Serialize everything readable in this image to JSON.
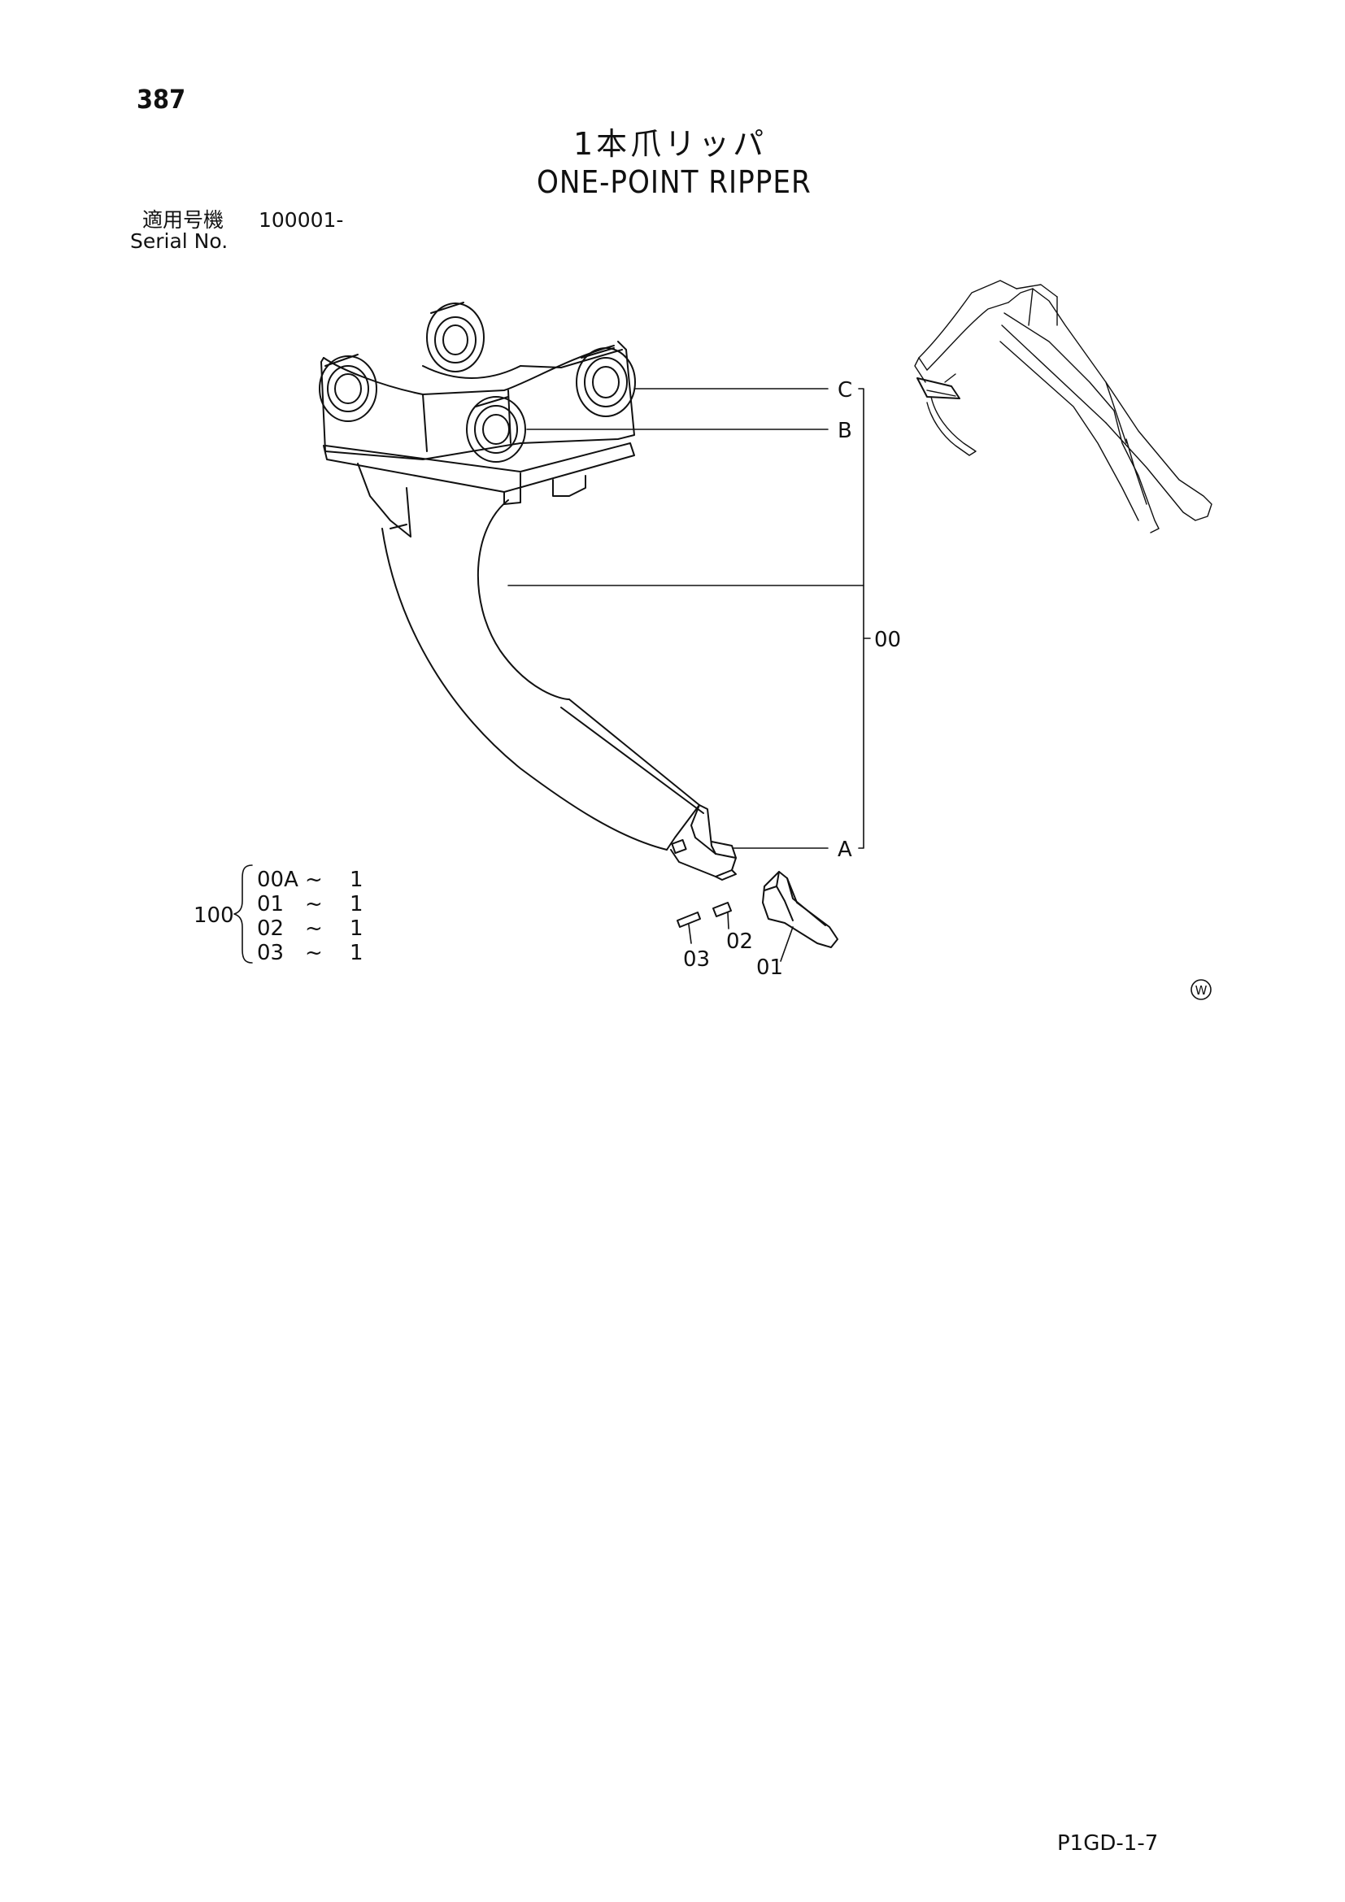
{
  "page_number": "387",
  "title_ja": "1本爪リッパ",
  "title_en": "ONE-POINT RIPPER",
  "serial": {
    "label_ja": "適用号機",
    "value": "100001-",
    "label_en": "Serial No."
  },
  "callouts": {
    "C": "C",
    "B": "B",
    "A": "A",
    "assembly": "00",
    "tooth": "01",
    "pin_a": "02",
    "pin_b": "03"
  },
  "kit": {
    "code": "100",
    "rows": [
      {
        "part": "00A",
        "sep": "~",
        "qty": "1"
      },
      {
        "part": "01",
        "sep": "~",
        "qty": "1"
      },
      {
        "part": "02",
        "sep": "~",
        "qty": "1"
      },
      {
        "part": "03",
        "sep": "~",
        "qty": "1"
      }
    ]
  },
  "mark": "W",
  "footer_code": "P1GD-1-7"
}
